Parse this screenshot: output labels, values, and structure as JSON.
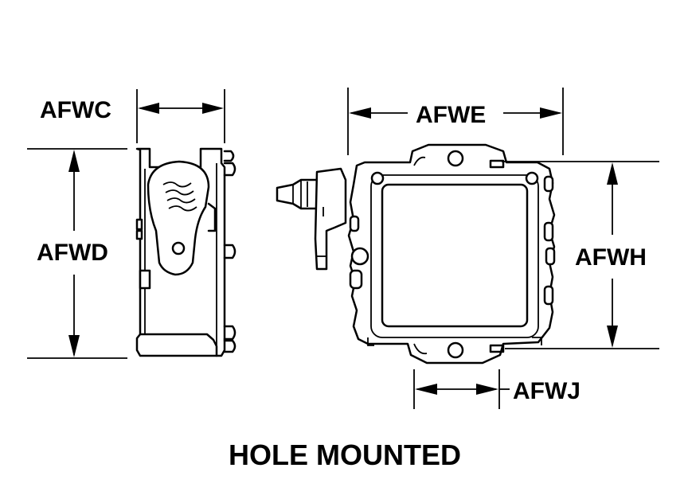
{
  "labels": {
    "width_side": "AFWC",
    "height_side": "AFWD",
    "width_front": "AFWE",
    "height_front": "AFWH",
    "hole_spacing": "AFWJ"
  },
  "caption": "HOLE MOUNTED",
  "colors": {
    "ink": "#000000",
    "background": "#ffffff"
  }
}
